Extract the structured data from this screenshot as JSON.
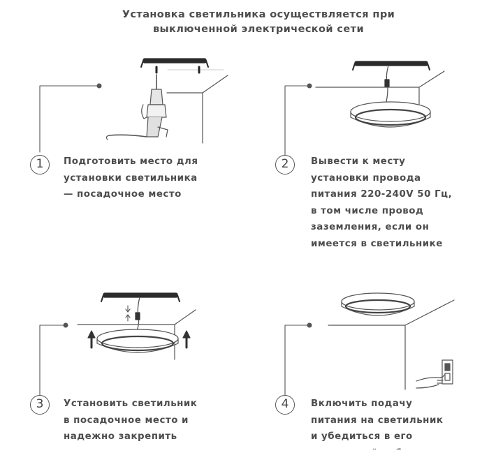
{
  "header": {
    "line1": "Установка светильника осуществляется при",
    "line2": "выключенной электрической сети"
  },
  "steps": [
    {
      "number": "1",
      "lines": [
        "Подготовить место для",
        "установки светильника",
        "— посадочное место"
      ]
    },
    {
      "number": "2",
      "lines": [
        "Вывести  к месту",
        "установки провода",
        "питания 220-240V 50 Гц,",
        "в том числе провод",
        "заземления, если он",
        "имеется в светильнике"
      ]
    },
    {
      "number": "3",
      "lines": [
        "Установить светильник",
        "в посадочное место и",
        "надежно закрепить"
      ]
    },
    {
      "number": "4",
      "lines": [
        "Включить подачу",
        "питания на светильник",
        "и убедиться  в его",
        "корректной работе"
      ]
    }
  ],
  "colors": {
    "ink": "#4d4d4d",
    "line": "#555555",
    "background": "#ffffff"
  }
}
